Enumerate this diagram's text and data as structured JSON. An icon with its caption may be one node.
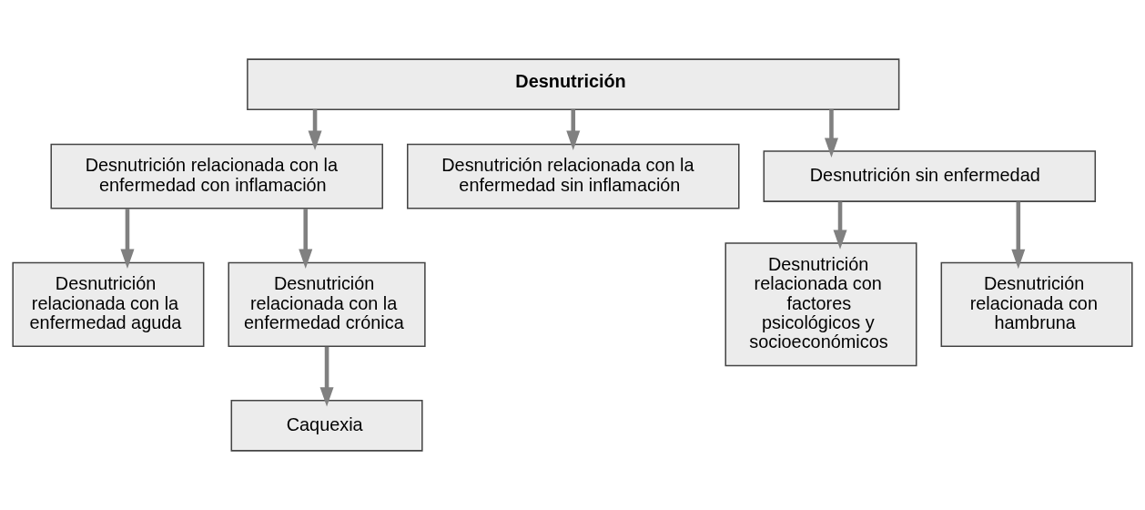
{
  "diagram": {
    "nodes": [
      {
        "text": [
          "Desnutrición"
        ]
      },
      {
        "text": [
          "Desnutrición relacionada con la enfermedad con inflamación"
        ]
      },
      {
        "text": [
          "Desnutrición relacionada con la enfermedad sin inflamación"
        ]
      },
      {
        "text": [
          "Desnutrición sin enfermedad"
        ]
      },
      {
        "text": [
          "Desnutrición relacionada con la enfermedad aguda"
        ]
      },
      {
        "text": [
          "Desnutrición relacionada con la enfermedad crónica"
        ]
      },
      {
        "text": [
          "Caquexia"
        ]
      },
      {
        "text": [
          "Desnutrición relacionada con factores psicológicos y socioeconómicos"
        ]
      },
      {
        "text": [
          "Desnutrición relacionada con hambruna"
        ]
      }
    ],
    "edges": [
      {
        "from": 0,
        "to": 1,
        "arrow": "to"
      },
      {
        "from": 0,
        "to": 2,
        "arrow": "to"
      },
      {
        "from": 0,
        "to": 3,
        "arrow": "to"
      },
      {
        "from": 1,
        "to": 4,
        "arrow": "to"
      },
      {
        "from": 1,
        "to": 5,
        "arrow": "to"
      },
      {
        "from": 5,
        "to": 6,
        "arrow": "to"
      },
      {
        "from": 3,
        "to": 7,
        "arrow": "to"
      },
      {
        "from": 3,
        "to": 8,
        "arrow": "to"
      }
    ]
  }
}
